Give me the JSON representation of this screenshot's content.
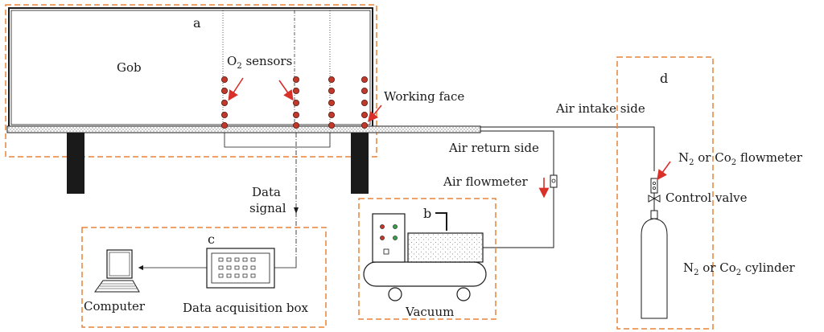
{
  "labels": {
    "a": "a",
    "b": "b",
    "c": "c",
    "d": "d",
    "gob": "Gob",
    "o2_sensors_o": "O",
    "o2_sensors_sub": "2",
    "o2_sensors_rest": " sensors",
    "working_face": "Working face",
    "air_intake_side": "Air intake side",
    "air_return_side": "Air return side",
    "air_flowmeter": "Air flowmeter",
    "data_signal_1": "Data",
    "data_signal_2": "signal",
    "computer": "Computer",
    "data_acquisition_box": "Data acquisition box",
    "vacuum": "Vacuum",
    "n2_flowmeter_n": "N",
    "n2_flowmeter_sub1": "2",
    "n2_flowmeter_mid": " or Co",
    "n2_flowmeter_sub2": "2",
    "n2_flowmeter_rest": " flowmeter",
    "control_valve": "Control valve",
    "n2_cylinder_n": "N",
    "n2_cylinder_sub1": "2",
    "n2_cylinder_mid": " or Co",
    "n2_cylinder_sub2": "2",
    "n2_cylinder_rest": " cylinder"
  },
  "colors": {
    "dashed_box": "#e8833a",
    "arrow_red": "#d9302a",
    "sensor_dot": "#c0392b",
    "line": "#1a1a1a",
    "support": "#1a1a1a",
    "vacuum_led_red": "#c0392b",
    "vacuum_led_green": "#3a9d4a"
  },
  "sensor_columns": 4,
  "sensors_per_column": 5
}
